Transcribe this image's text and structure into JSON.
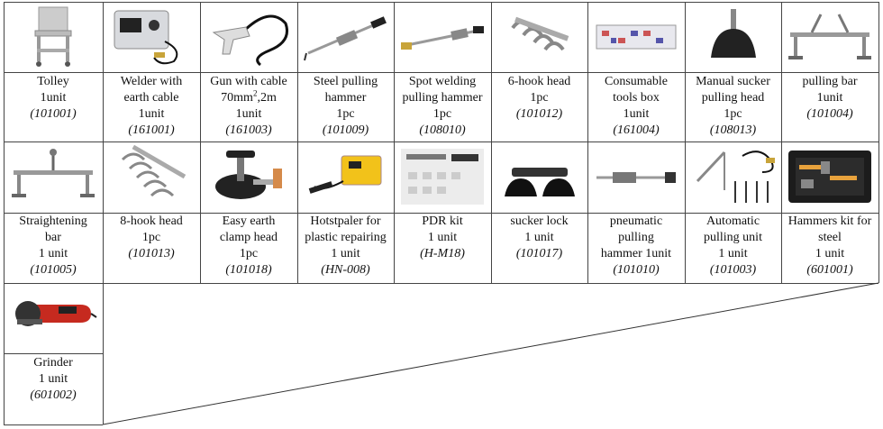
{
  "items": [
    {
      "lines": [
        "Tolley",
        "1unit"
      ],
      "code": "(101001)",
      "icon": "trolley-icon"
    },
    {
      "lines": [
        "Welder with",
        "earth cable",
        "1unit"
      ],
      "code": "(161001)",
      "icon": "welder-icon"
    },
    {
      "lines": [
        "Gun with cable",
        "70mm",
        "1unit"
      ],
      "sup_line": {
        "pre": "70mm",
        "sup": "2",
        "post": ",2m"
      },
      "code": "(161003)",
      "icon": "welding-gun-icon"
    },
    {
      "lines": [
        "Steel pulling",
        "hammer",
        "1pc"
      ],
      "code": "(101009)",
      "icon": "pulling-hammer-icon"
    },
    {
      "lines": [
        "Spot welding",
        "pulling hammer",
        "1pc"
      ],
      "code": "(108010)",
      "icon": "spot-welding-hammer-icon"
    },
    {
      "lines": [
        "6-hook head",
        "1pc"
      ],
      "code": "(101012)",
      "icon": "six-hook-head-icon"
    },
    {
      "lines": [
        "Consumable",
        "tools box",
        "1unit"
      ],
      "code": "(161004)",
      "icon": "tools-box-icon"
    },
    {
      "lines": [
        "Manual sucker",
        "pulling head",
        "1pc"
      ],
      "code": "(108013)",
      "icon": "sucker-head-icon"
    },
    {
      "lines": [
        "pulling bar",
        "1unit"
      ],
      "code": "(101004)",
      "icon": "pulling-bar-icon"
    },
    {
      "lines": [
        "Straightening",
        "bar",
        "1 unit"
      ],
      "code": "(101005)",
      "icon": "straightening-bar-icon"
    },
    {
      "lines": [
        "8-hook head",
        "1pc"
      ],
      "code": "(101013)",
      "icon": "eight-hook-head-icon"
    },
    {
      "lines": [
        "Easy earth",
        "clamp head",
        "1pc"
      ],
      "code": "(101018)",
      "icon": "earth-clamp-icon"
    },
    {
      "lines": [
        "Hotstpaler for",
        "plastic repairing",
        "1 unit"
      ],
      "code": "(HN-008)",
      "icon": "hot-stapler-icon"
    },
    {
      "lines": [
        "PDR kit",
        "1 unit"
      ],
      "code": "(H-M18)",
      "icon": "pdr-kit-icon"
    },
    {
      "lines": [
        "sucker lock",
        "1 unit"
      ],
      "code": "(101017)",
      "icon": "sucker-lock-icon"
    },
    {
      "lines": [
        "pneumatic",
        "pulling",
        "hammer 1unit"
      ],
      "code": "(101010)",
      "icon": "pneumatic-hammer-icon"
    },
    {
      "lines": [
        "Automatic",
        "pulling unit",
        "1 unit"
      ],
      "code": "(101003)",
      "icon": "automatic-pulling-unit-icon"
    },
    {
      "lines": [
        "Hammers kit for",
        "steel",
        "1 unit"
      ],
      "code": "(601001)",
      "icon": "hammers-kit-icon"
    },
    {
      "lines": [
        "Grinder",
        "1 unit"
      ],
      "code": "(601002)",
      "icon": "grinder-icon"
    }
  ]
}
